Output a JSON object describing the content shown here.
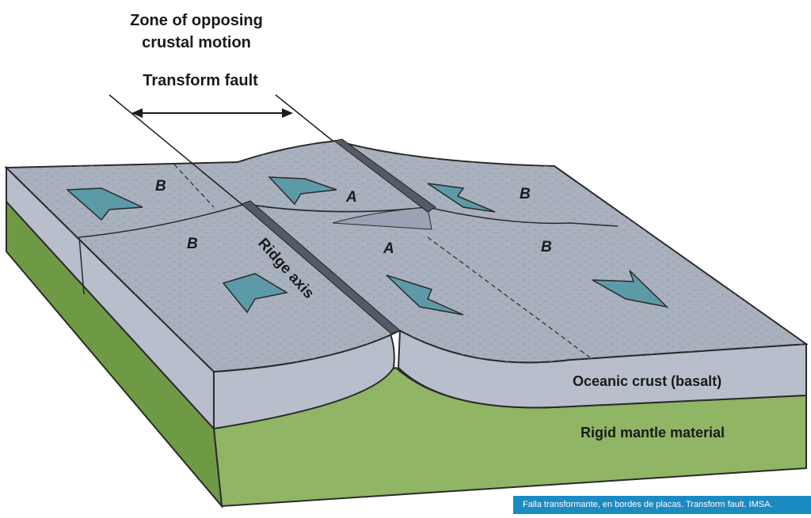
{
  "labels": {
    "zone_line1": "Zone of opposing",
    "zone_line2": "crustal motion",
    "transform_fault": "Transform fault",
    "ridge_axis": "Ridge axis",
    "oceanic_crust": "Oceanic crust (basalt)",
    "rigid_mantle": "Rigid mantle material",
    "plate_a": "A",
    "plate_b": "B"
  },
  "caption": "Falla transformante, en bordes de placas. Transform fault. IMSA.",
  "colors": {
    "crust_top": "#a9b1bf",
    "crust_side": "#b8becb",
    "mantle_side": "#8fb565",
    "mantle_dark": "#6e9a45",
    "arrow": "#5d9aa8",
    "outline": "#2a2a2a",
    "caption_bg": "#1b8bc2"
  }
}
